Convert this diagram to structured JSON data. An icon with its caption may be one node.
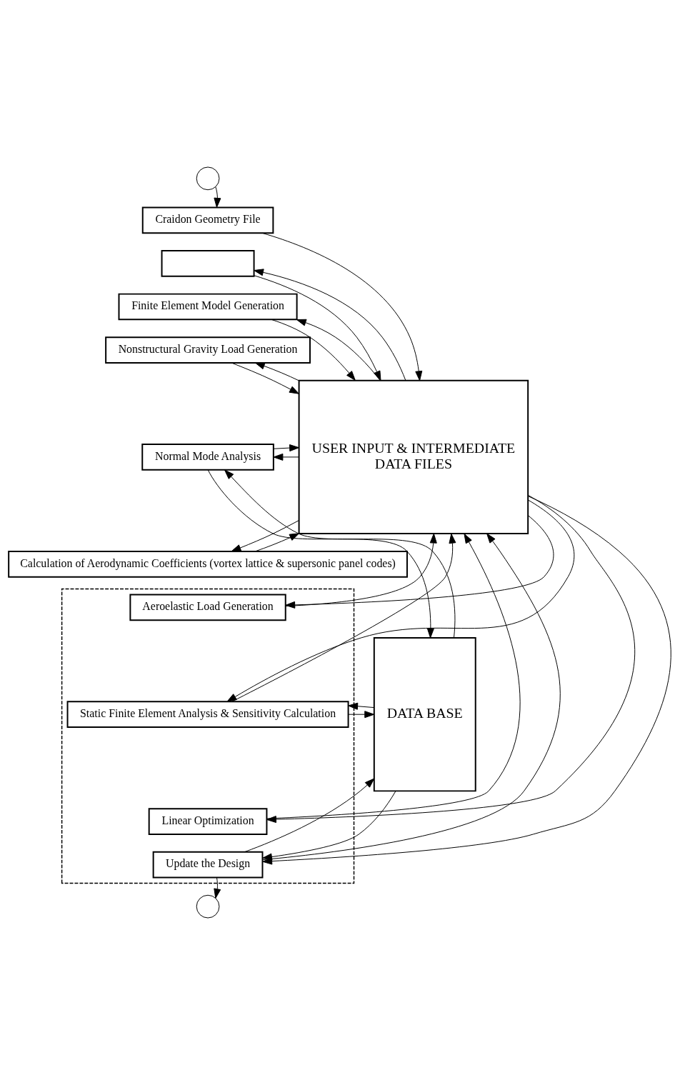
{
  "diagram": {
    "nodes": [
      {
        "text": [],
        "shape": "circle"
      },
      {
        "text": [
          "Craidon Geometry File"
        ]
      },
      {
        "text": [],
        "shape": "box"
      },
      {
        "text": [
          "Finite Element Model Generation"
        ]
      },
      {
        "text": [
          "Nonstructural Gravity Load Generation"
        ]
      },
      {
        "text": [
          "Normal Mode Analysis"
        ]
      },
      {
        "text": [
          "Calculation of Aerodynamic Coefficients (vortex lattice & supersonic panel codes)"
        ]
      },
      {
        "text": [],
        "shape": "box"
      },
      {
        "text": [
          "Aeroelastic Load Generation"
        ],
        "in": 7
      },
      {
        "text": [
          "Static Finite Element Analysis & Sensitivity Calculation"
        ],
        "in": 7
      },
      {
        "text": [
          "Linear Optimization"
        ],
        "in": 7
      },
      {
        "text": [
          "Update the Design"
        ],
        "in": 7
      },
      {
        "text": [],
        "shape": "circle"
      },
      {
        "text": [
          "USER INPUT & INTERMEDIATE",
          "DATA FILES"
        ]
      },
      {
        "text": [
          "DATA BASE"
        ]
      }
    ],
    "edges": [
      {
        "from": 0,
        "to": 1,
        "arrow": "to"
      },
      {
        "from": 1,
        "to": 13,
        "arrow": "to"
      },
      {
        "from": 13,
        "to": 2,
        "arrow": "to"
      },
      {
        "from": 2,
        "to": 13,
        "arrow": "to"
      },
      {
        "from": 13,
        "to": 3,
        "arrow": "to"
      },
      {
        "from": 3,
        "to": 13,
        "arrow": "to"
      },
      {
        "from": 13,
        "to": 4,
        "arrow": "to"
      },
      {
        "from": 4,
        "to": 13,
        "arrow": "to"
      },
      {
        "from": 14,
        "to": 5,
        "arrow": "to"
      },
      {
        "from": 5,
        "to": 14,
        "arrow": "to"
      },
      {
        "from": 13,
        "to": 5,
        "arrow": "to"
      },
      {
        "from": 5,
        "to": 13,
        "arrow": "to"
      },
      {
        "from": 13,
        "to": 6,
        "arrow": "to"
      },
      {
        "from": 6,
        "to": 13,
        "arrow": "to"
      },
      {
        "from": 13,
        "to": 8,
        "arrow": "to"
      },
      {
        "from": 8,
        "to": 13,
        "arrow": "to"
      },
      {
        "from": 14,
        "to": 9,
        "arrow": "to"
      },
      {
        "from": 9,
        "to": 14,
        "arrow": "to"
      },
      {
        "from": 13,
        "to": 9,
        "arrow": "to"
      },
      {
        "from": 9,
        "to": 13,
        "arrow": "to"
      },
      {
        "from": 13,
        "to": 10,
        "arrow": "to"
      },
      {
        "from": 10,
        "to": 13,
        "arrow": "to"
      },
      {
        "from": 14,
        "to": 11,
        "arrow": "to"
      },
      {
        "from": 11,
        "to": 14,
        "arrow": "to"
      },
      {
        "from": 13,
        "to": 11,
        "arrow": "to"
      },
      {
        "from": 11,
        "to": 13,
        "arrow": "to"
      },
      {
        "from": 11,
        "to": 12,
        "arrow": "to"
      }
    ]
  }
}
